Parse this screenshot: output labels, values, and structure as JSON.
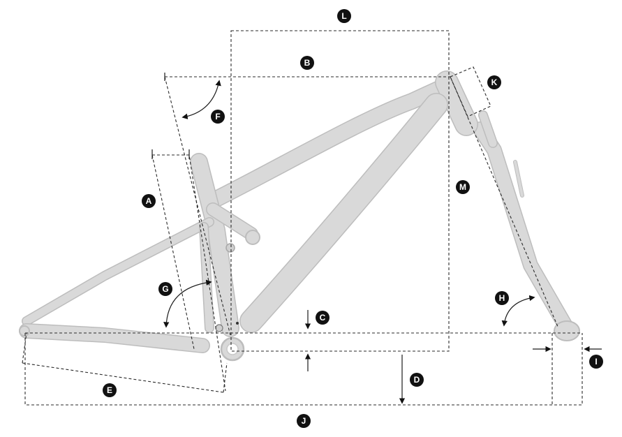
{
  "diagram": {
    "labels": {
      "A": "A",
      "B": "B",
      "C": "C",
      "D": "D",
      "E": "E",
      "F": "F",
      "G": "G",
      "H": "H",
      "I": "I",
      "J": "J",
      "K": "K",
      "L": "L",
      "M": "M"
    },
    "colors": {
      "frame": "#d9d9d9",
      "frame_edge": "#bdbdbd",
      "badge": "#111111",
      "dimension_line": "#2a2a2a"
    }
  }
}
